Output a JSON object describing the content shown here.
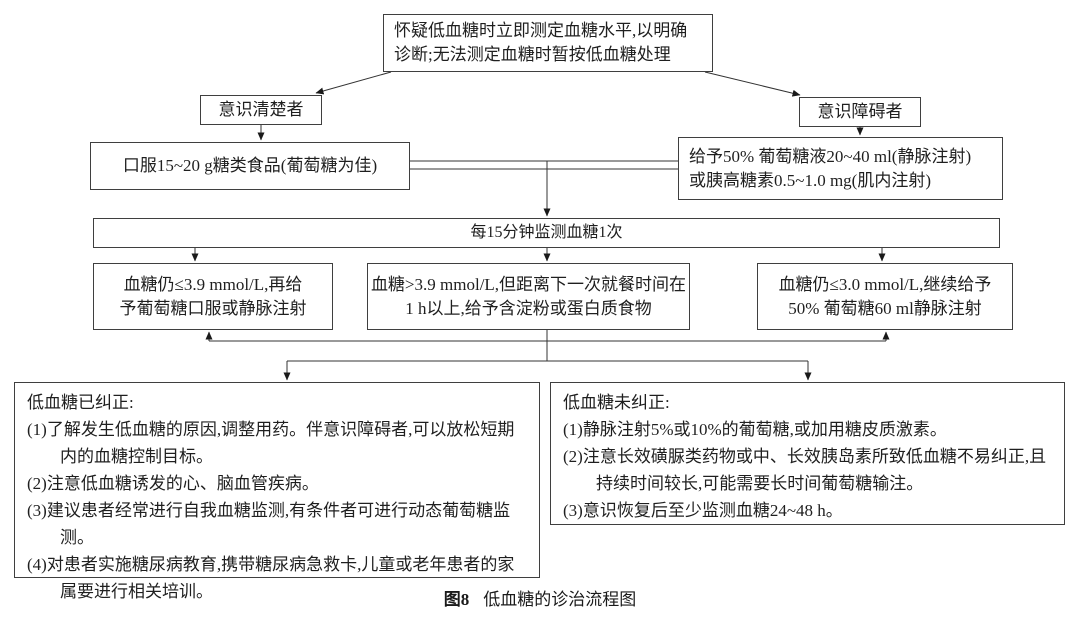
{
  "page": {
    "background": "#ffffff",
    "line_color": "#333333",
    "border_color": "#3f3f3f",
    "text_color": "#1f1f1f"
  },
  "flowchart": {
    "top_box": {
      "line1": "怀疑低血糖时立即测定血糖水平,以明确",
      "line2": "诊断;无法测定血糖时暂按低血糖处理"
    },
    "branch_left_label": "意识清楚者",
    "branch_right_label": "意识障碍者",
    "oral_box": "口服15~20 g糖类食品(葡萄糖为佳)",
    "iv_box": {
      "line1": "给予50% 葡萄糖液20~40 ml(静脉注射)",
      "line2": "或胰高糖素0.5~1.0 mg(肌内注射)"
    },
    "monitor_box": "每15分钟监测血糖1次",
    "result_still_low": {
      "line1": "血糖仍≤3.9 mmol/L,再给",
      "line2": "予葡萄糖口服或静脉注射"
    },
    "result_recovered": {
      "line1": "血糖>3.9 mmol/L,但距离下一次就餐时间在",
      "line2": "1 h以上,给予含淀粉或蛋白质食物"
    },
    "result_very_low": {
      "line1": "血糖仍≤3.0 mmol/L,继续给予",
      "line2": "50% 葡萄糖60 ml静脉注射"
    },
    "corrected_box": {
      "title": "低血糖已纠正:",
      "items": [
        "(1)了解发生低血糖的原因,调整用药。伴意识障碍者,可以放松短期内的血糖控制目标。",
        "(2)注意低血糖诱发的心、脑血管疾病。",
        "(3)建议患者经常进行自我血糖监测,有条件者可进行动态葡萄糖监测。",
        "(4)对患者实施糖尿病教育,携带糖尿病急救卡,儿童或老年患者的家属要进行相关培训。"
      ]
    },
    "uncorrected_box": {
      "title": "低血糖未纠正:",
      "items": [
        "(1)静脉注射5%或10%的葡萄糖,或加用糖皮质激素。",
        "(2)注意长效磺脲类药物或中、长效胰岛素所致低血糖不易纠正,且持续时间较长,可能需要长时间葡萄糖输注。",
        "(3)意识恢复后至少监测血糖24~48 h。"
      ]
    },
    "caption": {
      "label": "图8",
      "title": "低血糖的诊治流程图"
    }
  }
}
